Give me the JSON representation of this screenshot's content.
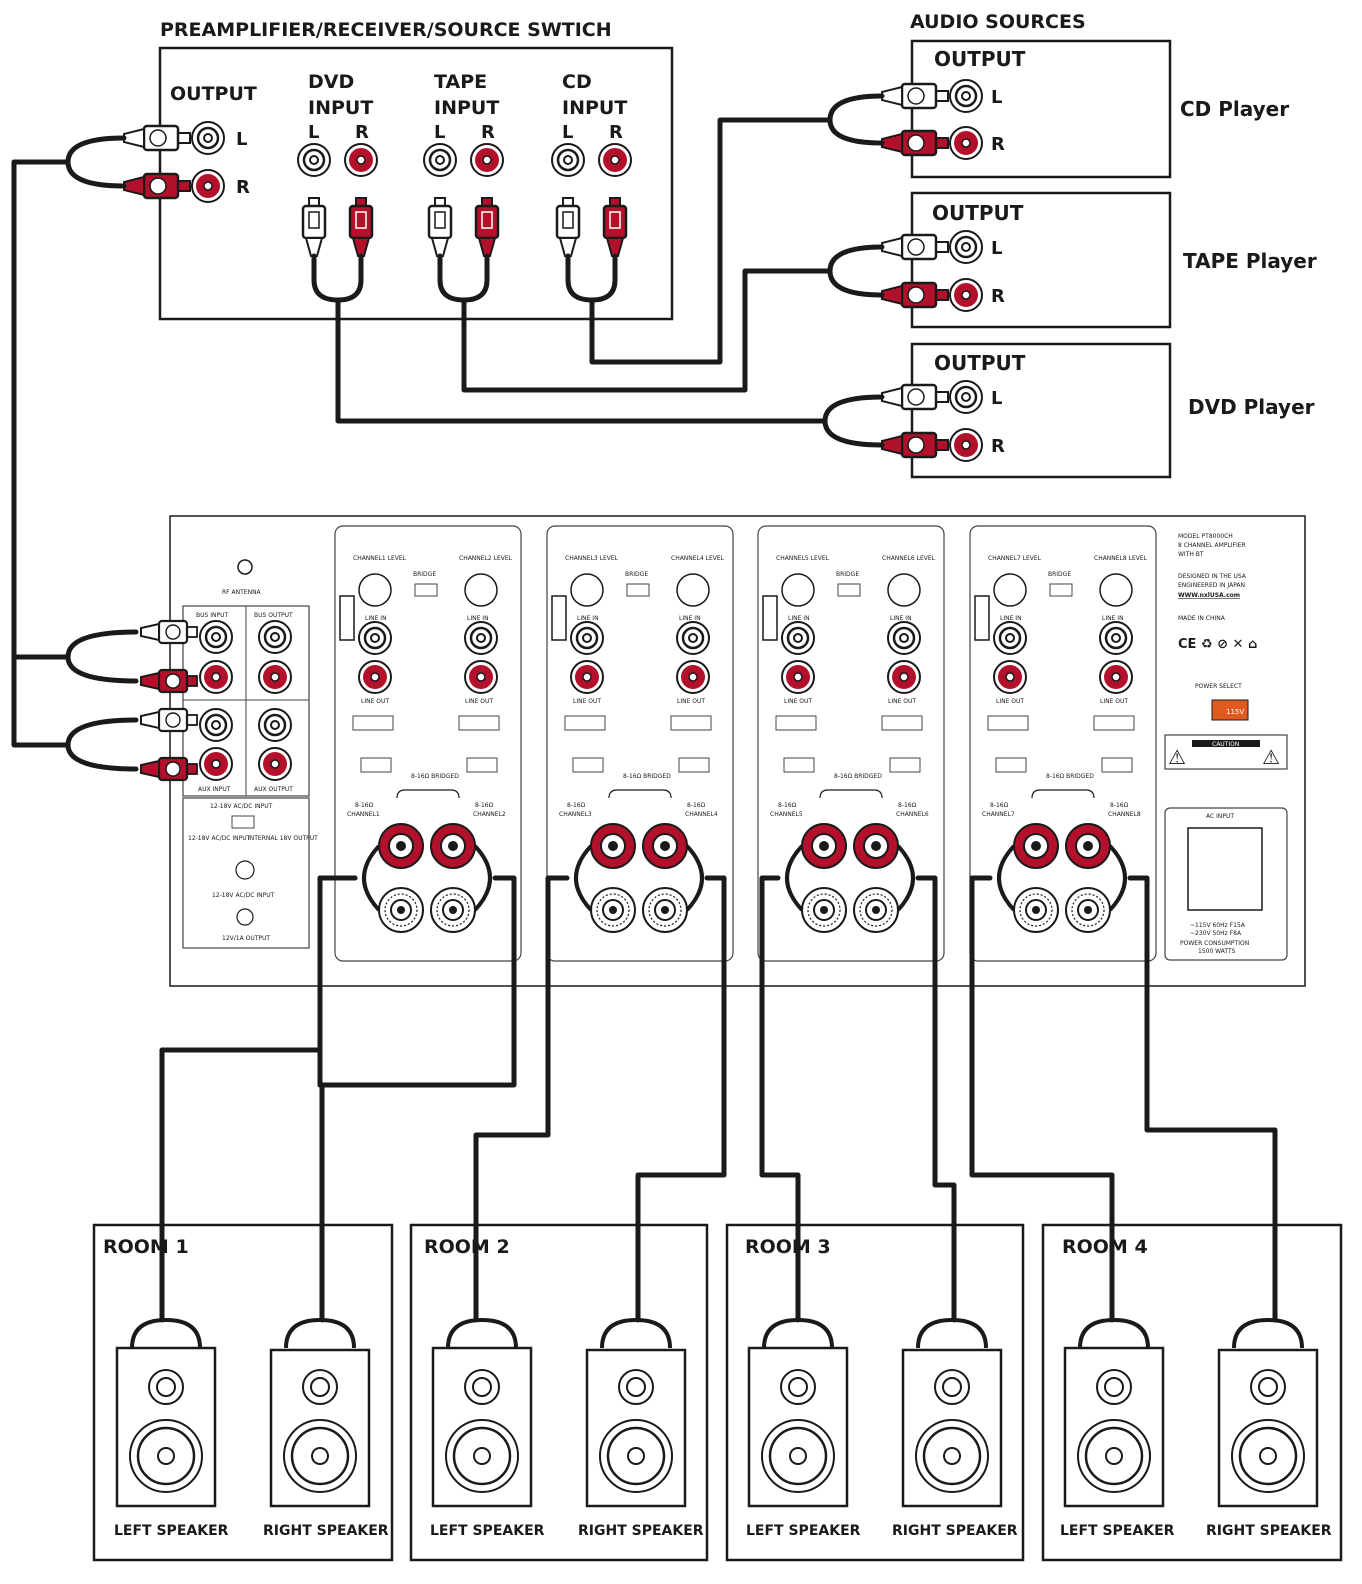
{
  "preamp": {
    "title": "PREAMPLIFIER/RECEIVER/SOURCE SWTICH",
    "output_label": "OUTPUT",
    "inputs": [
      {
        "line1": "DVD",
        "line2": "INPUT"
      },
      {
        "line1": "TAPE",
        "line2": "INPUT"
      },
      {
        "line1": "CD",
        "line2": "INPUT"
      }
    ],
    "left": "L",
    "right": "R"
  },
  "sources": {
    "title": "AUDIO SOURCES",
    "output_label": "OUTPUT",
    "devices": [
      {
        "name": "CD Player"
      },
      {
        "name": "TAPE Player"
      },
      {
        "name": "DVD Player"
      }
    ]
  },
  "plug": {
    "left": "L",
    "right": "R"
  },
  "amp": {
    "antenna": "RF ANTENNA",
    "bus_input": "BUS INPUT",
    "bus_output": "BUS OUTPUT",
    "aux_input": "AUX INPUT",
    "aux_output": "AUX OUTPUT",
    "dc_input": "12-18V AC/DC INPUT",
    "dc_input2": "12-18V AC/DC INPUT",
    "internal": "INTERNAL 18V OUTPUT",
    "dc_input3": "12-18V AC/DC INPUT",
    "output_12v": "12V/1A OUTPUT",
    "bridge": "BRIDGE",
    "line_in": "LINE IN",
    "line_out": "LINE OUT",
    "bridged": "8-16Ω BRIDGED",
    "impedance": "8-16Ω",
    "channels": [
      {
        "left": "CHANNEL1 LEVEL",
        "right": "CHANNEL2 LEVEL",
        "lch": "CHANNEL1",
        "rch": "CHANNEL2"
      },
      {
        "left": "CHANNEL3 LEVEL",
        "right": "CHANNEL4 LEVEL",
        "lch": "CHANNEL3",
        "rch": "CHANNEL4"
      },
      {
        "left": "CHANNEL5 LEVEL",
        "right": "CHANNEL6 LEVEL",
        "lch": "CHANNEL5",
        "rch": "CHANNEL6"
      },
      {
        "left": "CHANNEL7 LEVEL",
        "right": "CHANNEL8 LEVEL",
        "lch": "CHANNEL7",
        "rch": "CHANNEL8"
      }
    ],
    "model1": "MODEL PT8000CH",
    "model2": "8 CHANNEL AMPLIFIER",
    "model3": "WITH BT",
    "designed1": "DESIGNED IN THE USA",
    "designed2": "ENGINEERED IN JAPAN",
    "website": "WWW.nxlUSA.com",
    "made": "MADE IN CHINA",
    "certs": "CE ♻ ⊘ ✕ ⌂",
    "power_select": "POWER SELECT",
    "switch_value": "115V",
    "caution": "CAUTION",
    "ac_input": "AC INPUT",
    "ac_spec1": "~115V 60Hz F15A",
    "ac_spec2": "~230V 50Hz F8A",
    "consumption1": "POWER CONSUMPTION",
    "consumption2": "1500 WATTS"
  },
  "rooms": [
    {
      "label": "ROOM 1",
      "left": "LEFT SPEAKER",
      "right": "RIGHT SPEAKER"
    },
    {
      "label": "ROOM 2",
      "left": "LEFT SPEAKER",
      "right": "RIGHT SPEAKER"
    },
    {
      "label": "ROOM 3",
      "left": "LEFT SPEAKER",
      "right": "RIGHT SPEAKER"
    },
    {
      "label": "ROOM 4",
      "left": "LEFT SPEAKER",
      "right": "RIGHT SPEAKER"
    }
  ],
  "colors": {
    "red": "#b3102b",
    "line": "#1a1a1a"
  }
}
